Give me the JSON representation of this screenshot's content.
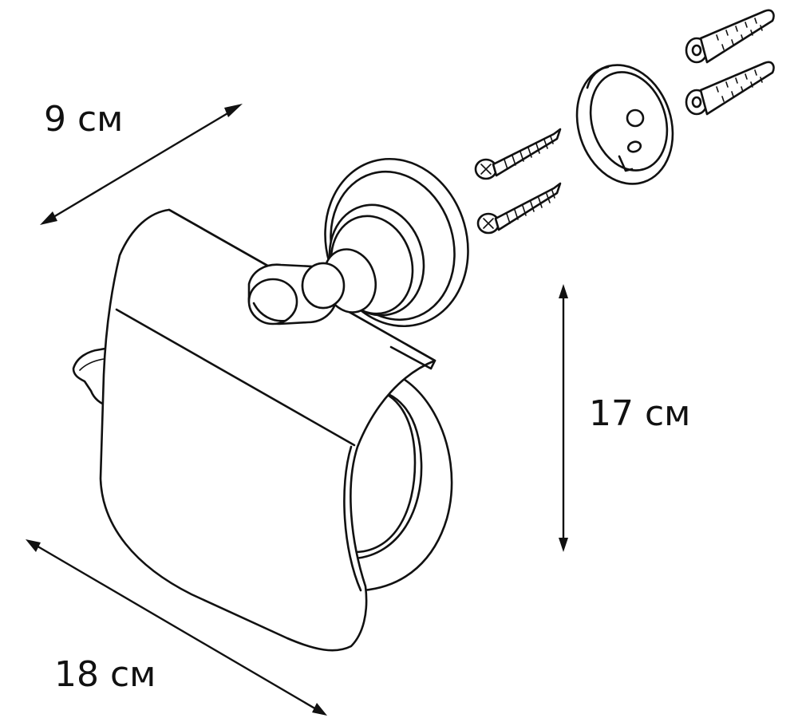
{
  "dimensions": {
    "depth": {
      "label": "9 см"
    },
    "height": {
      "label": "17 см"
    },
    "width": {
      "label": "18 см"
    }
  }
}
